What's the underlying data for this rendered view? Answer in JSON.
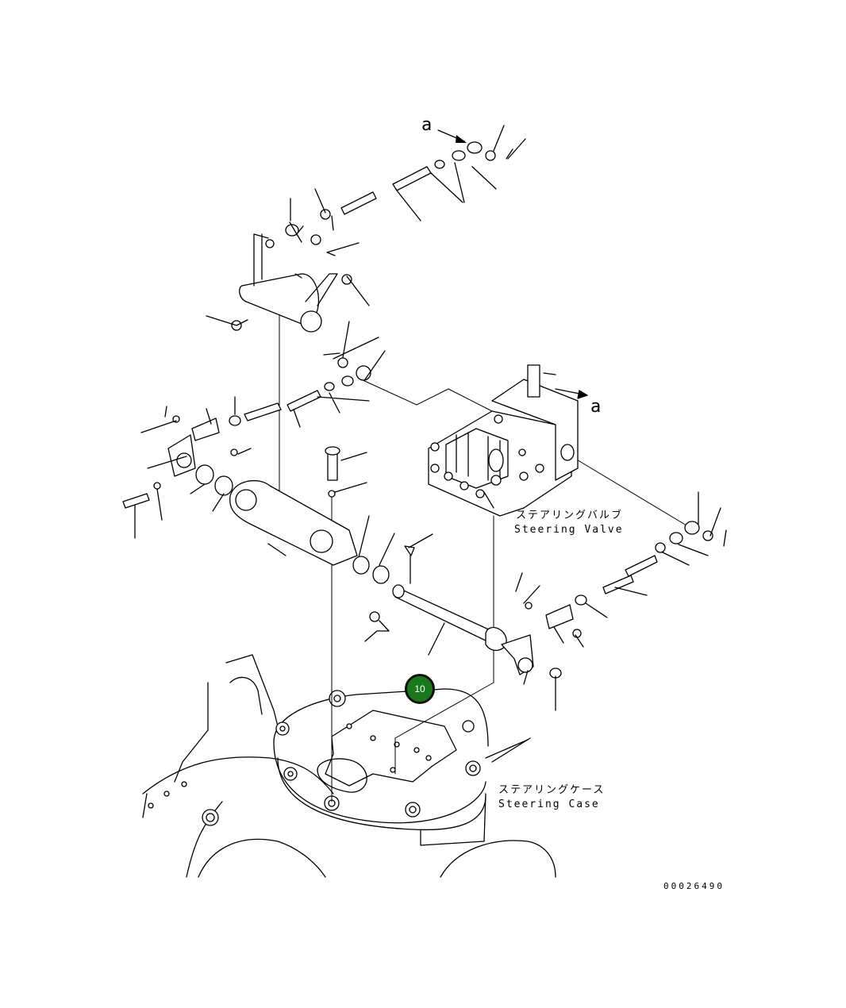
{
  "labels": {
    "arrow_a_top": "a",
    "arrow_a_right": "a",
    "steering_valve_jp": "ステアリングバルブ",
    "steering_valve_en": "Steering Valve",
    "steering_case_jp": "ステアリングケース",
    "steering_case_en": "Steering Case"
  },
  "callout": {
    "number": "10",
    "color": "#1a7a1a"
  },
  "drawing_number": "00026490"
}
